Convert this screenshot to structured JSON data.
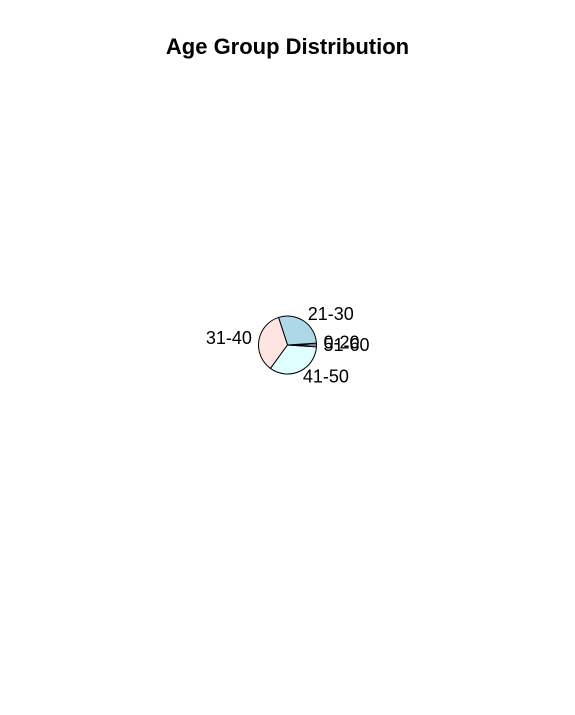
{
  "chart_data": {
    "type": "pie",
    "title": "Age Group Distribution",
    "direction": "counterclockwise",
    "start_angle_deg": 0,
    "slices": [
      {
        "label": "0-20",
        "value": 1,
        "color": "#ffffff"
      },
      {
        "label": "21-30",
        "value": 29,
        "color": "#add8e6"
      },
      {
        "label": "31-40",
        "value": 35,
        "color": "#ffe4e1"
      },
      {
        "label": "41-50",
        "value": 34,
        "color": "#e0ffff"
      },
      {
        "label": "51-60",
        "value": 1,
        "color": "#ffffff"
      }
    ]
  }
}
